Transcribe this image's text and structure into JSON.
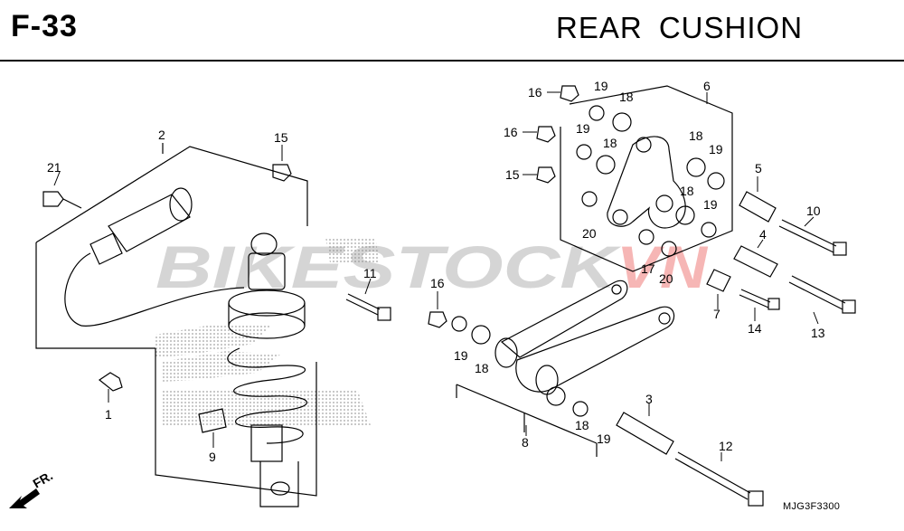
{
  "header": {
    "section_code": "F-33",
    "section_title": "REAR  CUSHION"
  },
  "watermark": {
    "text_main": "BIKESTOCK",
    "text_accent": "VN",
    "accent_color": "#e8322d"
  },
  "direction_label": "FR.",
  "drawing_ref": "MJG3F3300",
  "callouts": [
    "1",
    "2",
    "3",
    "4",
    "5",
    "6",
    "7",
    "8",
    "9",
    "10",
    "11",
    "12",
    "13",
    "14",
    "15",
    "15",
    "16",
    "16",
    "16",
    "17",
    "18",
    "18",
    "18",
    "18",
    "18",
    "18",
    "19",
    "19",
    "19",
    "19",
    "19",
    "19",
    "20",
    "20",
    "21"
  ]
}
